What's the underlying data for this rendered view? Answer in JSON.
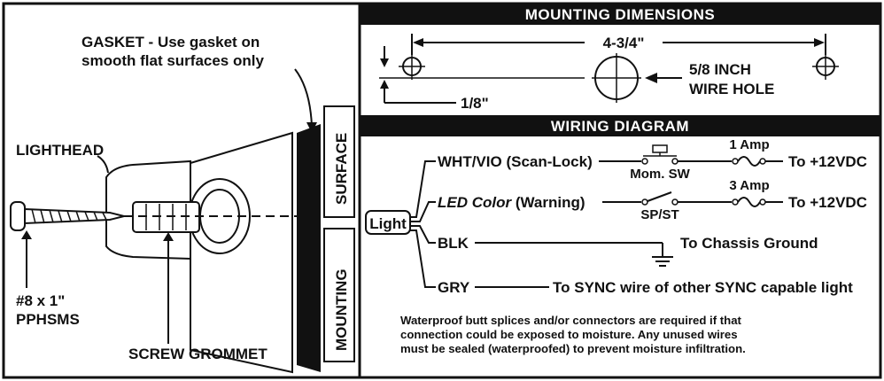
{
  "left_panel": {
    "gasket_label_line1": "GASKET -  Use gasket on",
    "gasket_label_line2": "smooth flat surfaces only",
    "lighthead_label": "LIGHTHEAD",
    "screw_label_line1": "#8 x 1\"",
    "screw_label_line2": "PPHSMS",
    "grommet_label": "SCREW GROMMET",
    "surface_label": "SURFACE",
    "mounting_label": "MOUNTING"
  },
  "mounting_dimensions": {
    "header": "MOUNTING DIMENSIONS",
    "width_label": "4-3/4\"",
    "offset_label": "1/8\"",
    "hole_label_line1": "5/8 INCH",
    "hole_label_line2": "WIRE HOLE"
  },
  "wiring_diagram": {
    "header": "WIRING DIAGRAM",
    "light_label": "Light",
    "wires": [
      {
        "name": "WHT/VIO (Scan-Lock)",
        "switch": "Mom. SW",
        "fuse": "1 Amp",
        "dest": "To +12VDC"
      },
      {
        "name_italic": "LED Color",
        "name_rest": " (Warning)",
        "switch": "SP/ST",
        "fuse": "3 Amp",
        "dest": "To +12VDC"
      },
      {
        "name": "BLK",
        "dest": "To Chassis Ground"
      },
      {
        "name": "GRY",
        "dest": "To SYNC wire of other SYNC capable light"
      }
    ],
    "note_line1": "Waterproof butt splices and/or connectors are required if that",
    "note_line2": "connection could be exposed to moisture. Any unused wires",
    "note_line3": "must be sealed (waterproofed) to prevent moisture infiltration."
  }
}
